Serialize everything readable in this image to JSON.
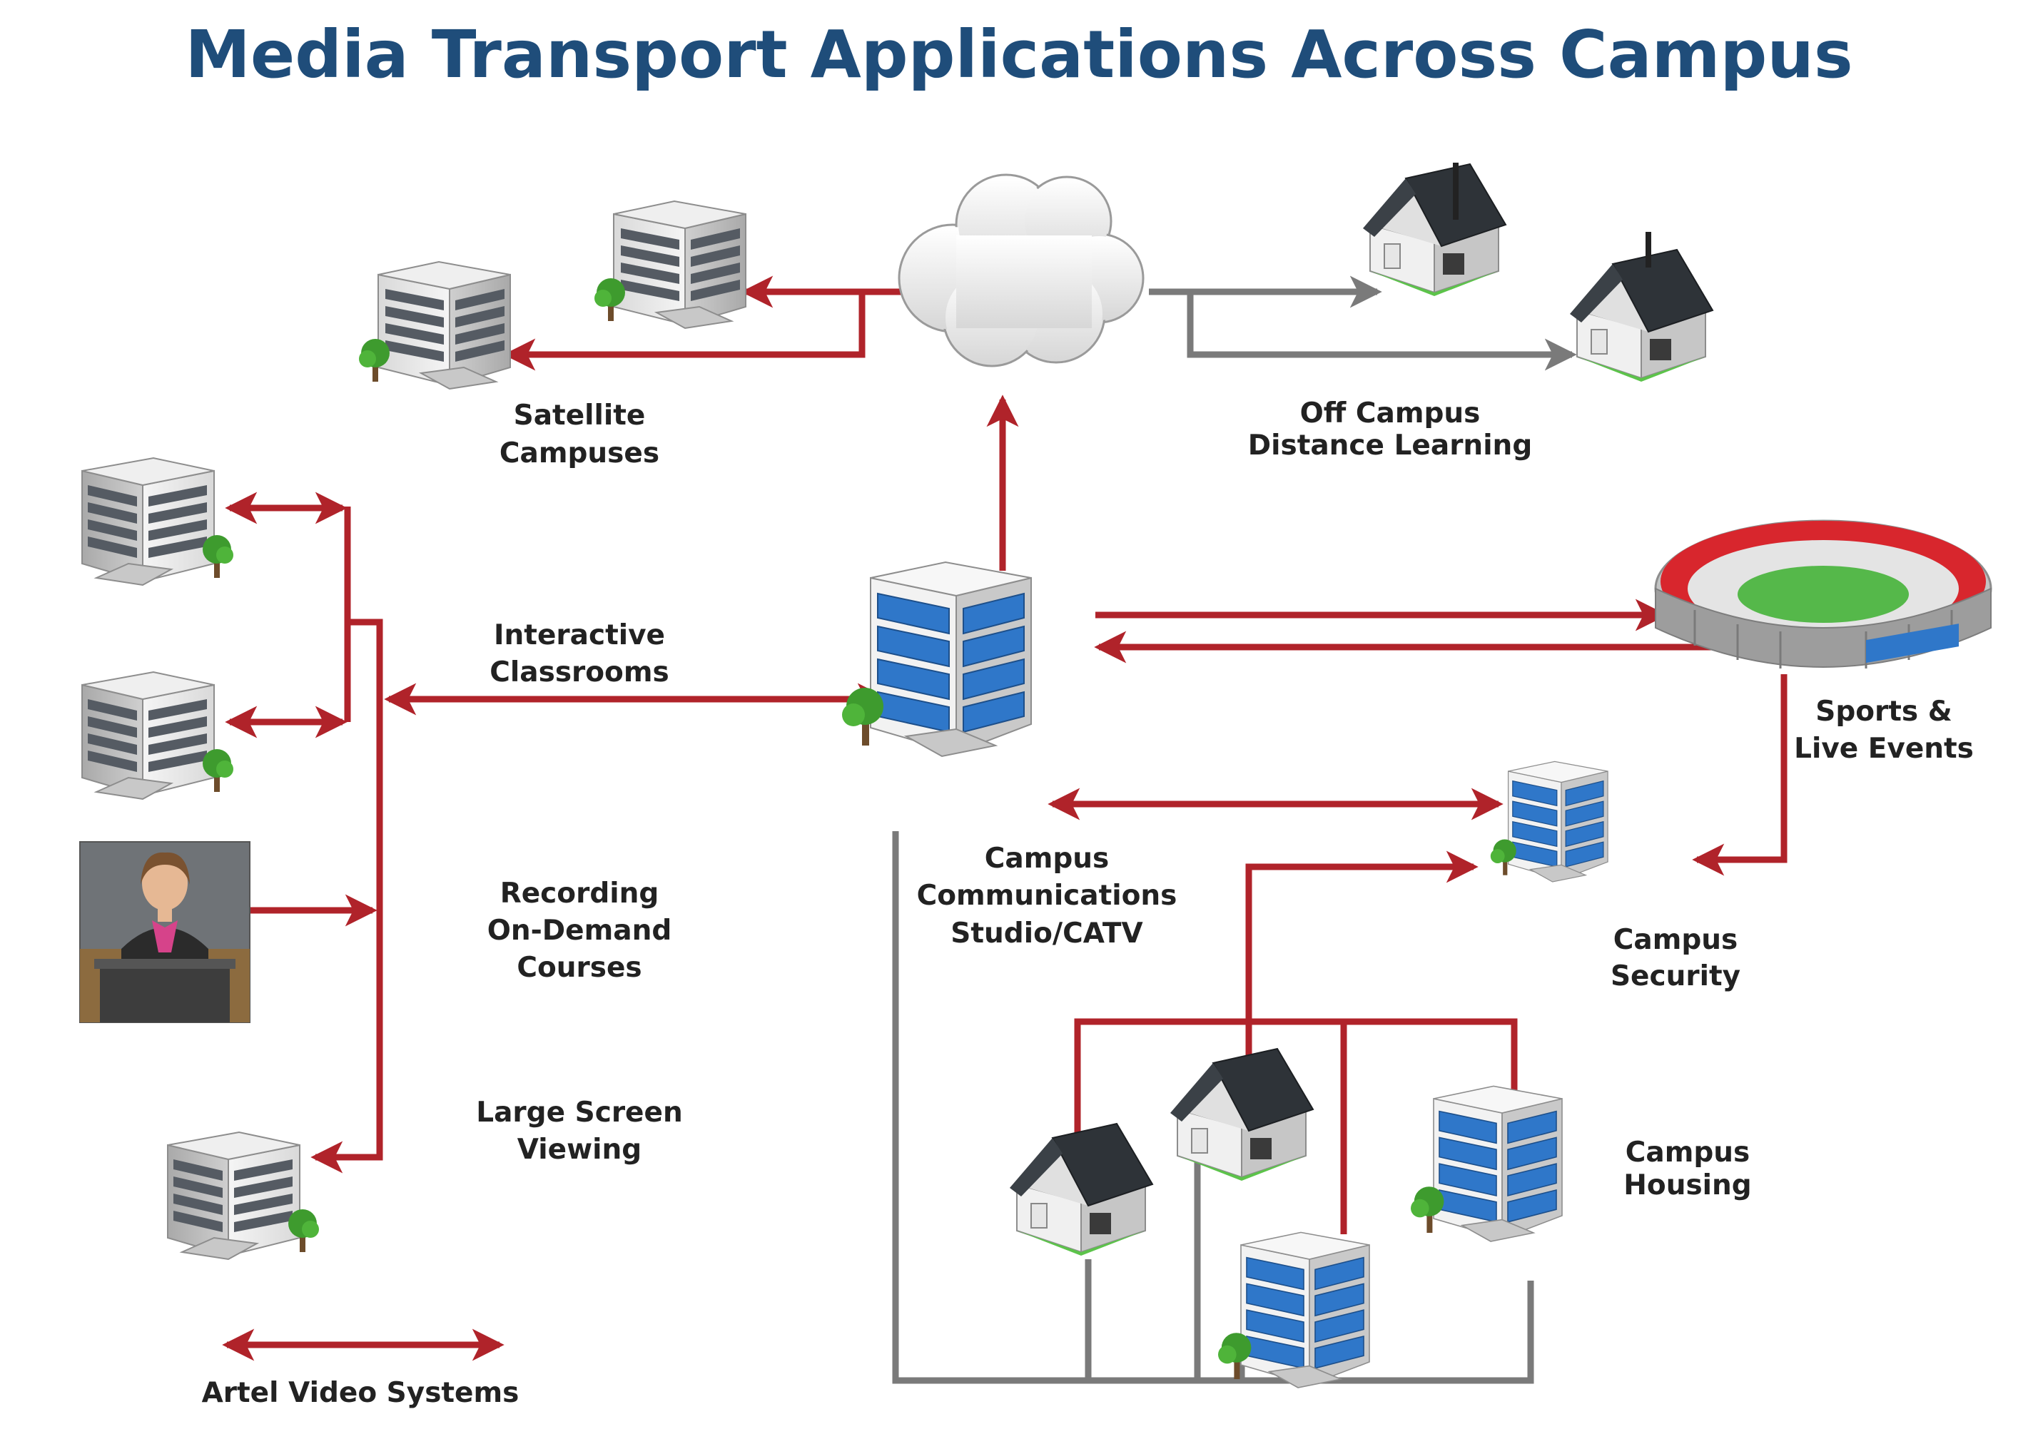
{
  "title": "Media Transport Applications Across Campus",
  "colors": {
    "title": "#1f4d7a",
    "link": "#b0232a",
    "copper": "#7a7a7a",
    "text": "#222222"
  },
  "labels": {
    "satellite_1": "Satellite",
    "satellite_2": "Campuses",
    "offcampus_1": "Off Campus",
    "offcampus_2": "Distance Learning",
    "interactive_1": "Interactive",
    "interactive_2": "Classrooms",
    "recording_1": "Recording",
    "recording_2": "On-Demand",
    "recording_3": "Courses",
    "largescreen_1": "Large Screen",
    "largescreen_2": "Viewing",
    "studio_1": "Campus",
    "studio_2": "Communications",
    "studio_3": "Studio/CATV",
    "sports_1": "Sports &",
    "sports_2": "Live Events",
    "security_1": "Campus",
    "security_2": "Security",
    "housing_1": "Campus",
    "housing_2": "Housing",
    "legend": "Artel Video Systems"
  },
  "icons": [
    "cloud-icon",
    "office-building-icon",
    "house-icon",
    "stadium-icon",
    "presenter-photo"
  ]
}
